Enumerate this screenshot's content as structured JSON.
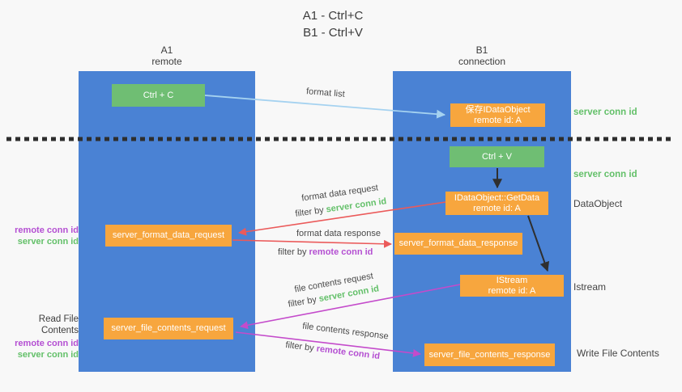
{
  "title": {
    "line1": "A1 - Ctrl+C",
    "line2": "B1 - Ctrl+V"
  },
  "lanes": {
    "left": {
      "title": "A1",
      "subtitle": "remote"
    },
    "right": {
      "title": "B1",
      "subtitle": "connection"
    }
  },
  "nodes": {
    "ctrl_c": {
      "label": "Ctrl + C"
    },
    "ctrl_v": {
      "label": "Ctrl + V"
    },
    "save_dataobject": {
      "line1": "保存IDataObject",
      "line2": "remote id: A"
    },
    "getdata": {
      "line1": "IDataObject::GetData",
      "line2": "remote id: A"
    },
    "istream": {
      "line1": "IStream",
      "line2": "remote id: A"
    },
    "server_format_data_request": {
      "label": "server_format_data_request"
    },
    "server_format_data_response": {
      "label": "server_format_data_response"
    },
    "server_file_contents_request": {
      "label": "server_file_contents_request"
    },
    "server_file_contents_response": {
      "label": "server_file_contents_response"
    }
  },
  "arrow_labels": {
    "format_list": "format list",
    "format_data_request": "format data request",
    "format_data_response": "format data response",
    "file_contents_request": "file contents request",
    "file_contents_response": "file contents response",
    "filter_by": "filter by",
    "server_conn_id": "server conn id",
    "remote_conn_id": "remote conn id"
  },
  "side_labels": {
    "right_server_conn_id_top": "server conn id",
    "right_server_conn_id_mid": "server conn id",
    "right_dataobject": "DataObject",
    "right_istream": "Istream",
    "right_write_file_contents": "Write File Contents",
    "left_remote_conn_id_mid": "remote conn id",
    "left_server_conn_id_mid": "server conn id",
    "left_read_file_contents": "Read File Contents",
    "left_remote_conn_id_bottom": "remote conn id",
    "left_server_conn_id_bottom": "server conn id"
  },
  "colors": {
    "background": "#F8F8F8",
    "lane_blue": "#4A82D4",
    "box_green": "#6FBE73",
    "box_orange": "#F7A63E",
    "arrow_red": "#EB5A5A",
    "arrow_magenta": "#C44BCB",
    "arrow_lightblue": "#A5D2F0",
    "arrow_black": "#2F2F2F",
    "text_green": "#63C069",
    "text_purple": "#B44FD2",
    "text_dark": "#3C3C3C"
  }
}
